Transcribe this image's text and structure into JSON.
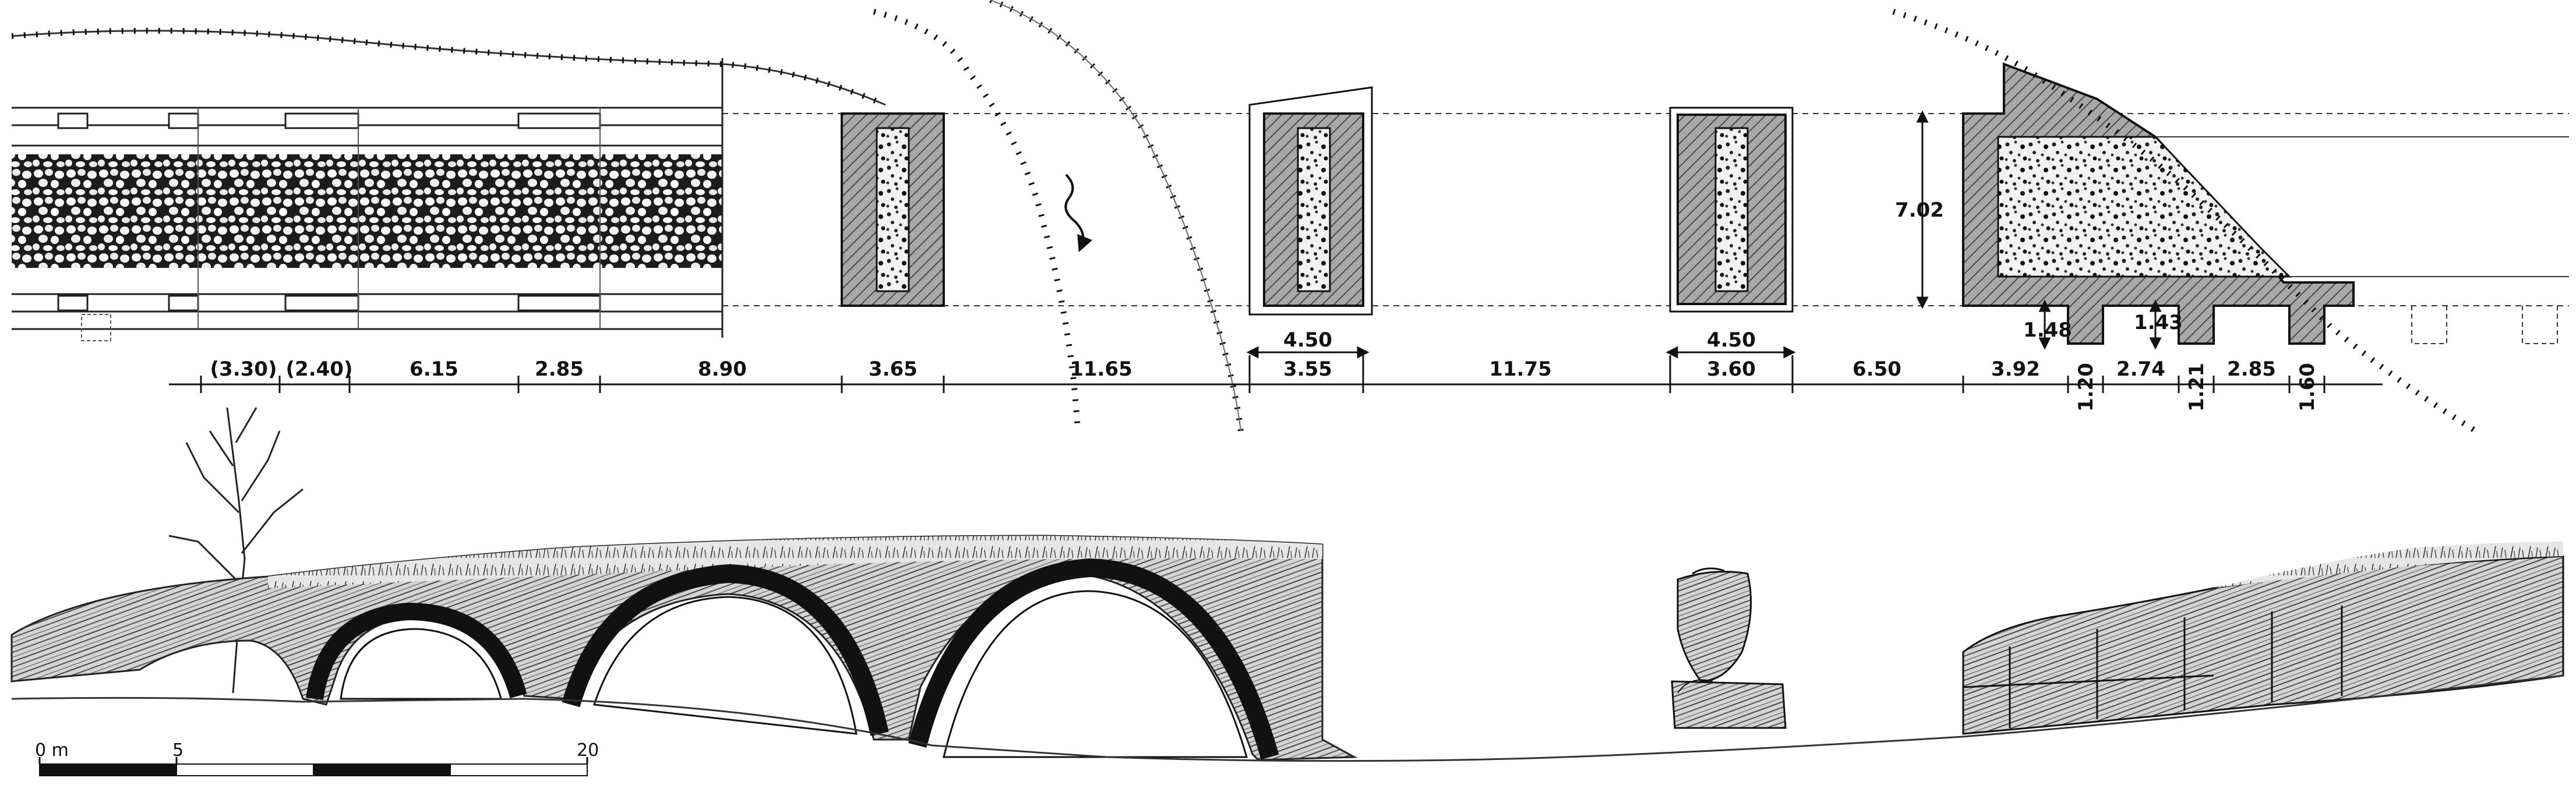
{
  "plan": {
    "dimensions_bottom": [
      "(3.30)",
      "(2.40)",
      "6.15",
      "2.85",
      "8.90",
      "3.65",
      "11.65",
      "3.55",
      "11.75",
      "3.60",
      "6.50",
      "3.92",
      "1.20",
      "2.74",
      "1.21",
      "2.85",
      "1.60"
    ],
    "dimensions_pier_width": [
      "4.50",
      "4.50"
    ],
    "dimension_height": "7.02",
    "dimensions_buttress": [
      "1.48",
      "1.43"
    ]
  },
  "scale_bar": {
    "labels": [
      "0 m",
      "5",
      "20"
    ]
  },
  "colors": {
    "ink": "#1a1a1a",
    "hatch_fill": "#9a9a9a",
    "rubble": "#d8d8d8",
    "paper": "#ffffff"
  }
}
